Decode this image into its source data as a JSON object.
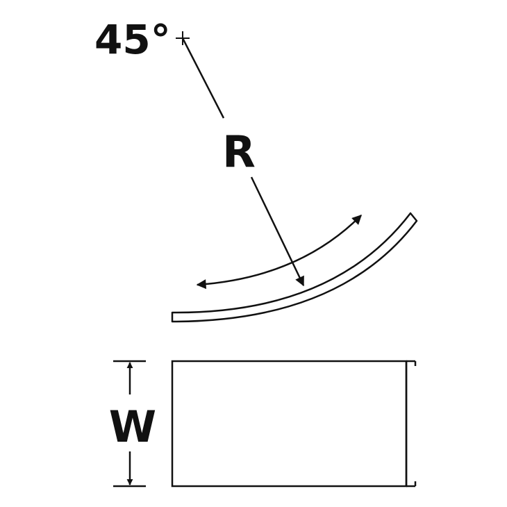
{
  "labels": {
    "angle": "45°",
    "radius": "R",
    "width": "W"
  },
  "colors": {
    "stroke": "#111111",
    "background": "#ffffff"
  },
  "icons": {
    "center": "crosshair-icon",
    "arrow": "arrowhead-icon"
  }
}
